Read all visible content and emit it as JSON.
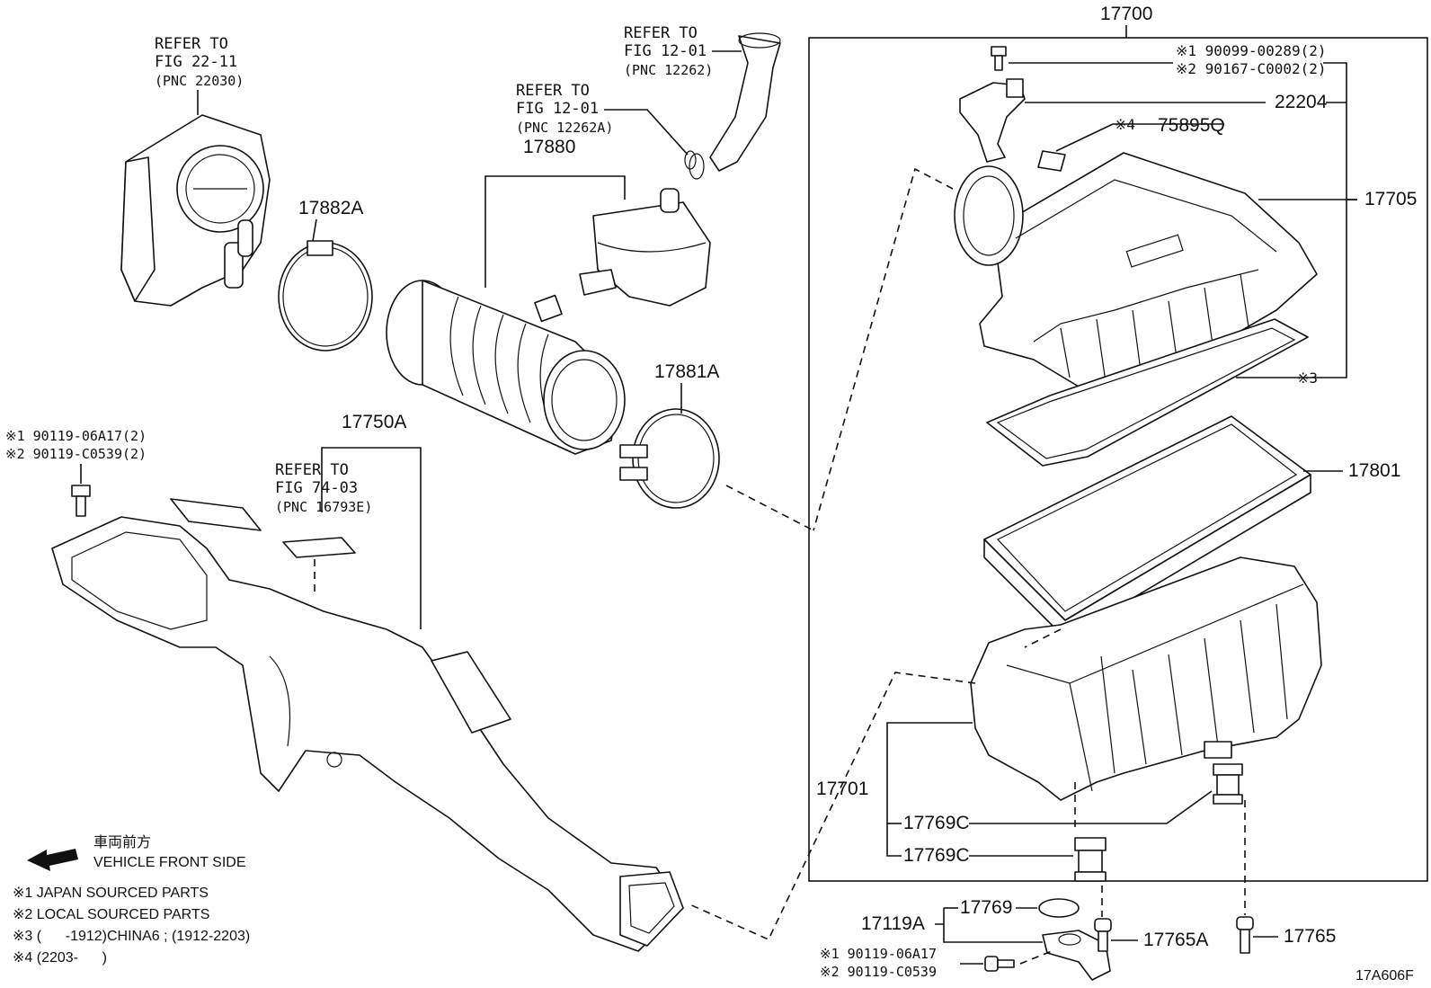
{
  "parts": {
    "p17700": "17700",
    "p17882A": "17882A",
    "p17880": "17880",
    "p17881A": "17881A",
    "p17750A": "17750A",
    "p22204": "22204",
    "p75895Q": "75895Q",
    "p17705": "17705",
    "p17801": "17801",
    "p17701": "17701",
    "p17769C_a": "17769C",
    "p17769C_b": "17769C",
    "p17769": "17769",
    "p17119A": "17119A",
    "p17765A": "17765A",
    "p17765": "17765"
  },
  "references": {
    "throttle": {
      "l1": "REFER TO",
      "l2": "FIG 22-11",
      "l3": "(PNC 22030)"
    },
    "hose_top": {
      "l1": "REFER TO",
      "l2": "FIG 12-01",
      "l3": "(PNC 12262)"
    },
    "hose_clip": {
      "l1": "REFER TO",
      "l2": "FIG 12-01",
      "l3": "(PNC 12262A)"
    },
    "duct_label": {
      "l1": "REFER TO",
      "l2": "FIG 74-03",
      "l3": "(PNC 16793E)"
    }
  },
  "bolts": {
    "top_right_1": "※1 90099-00289(2)",
    "top_right_2": "※2 90167-C0002(2)",
    "left_1": "※1 90119-06A17(2)",
    "left_2": "※2 90119-C0539(2)",
    "bottom_1": "※1 90119-06A17",
    "bottom_2": "※2 90119-C0539"
  },
  "marks": {
    "m4": "※4",
    "m3": "※3"
  },
  "legend": {
    "front_jp": "車両前方",
    "front_en": "VEHICLE FRONT SIDE",
    "n1": "※1 JAPAN SOURCED PARTS",
    "n2": "※2 LOCAL SOURCED PARTS",
    "n3": "※3 (      -1912)CHINA6 ; (1912-2203)",
    "n4": "※4 (2203-      )"
  },
  "figure_id": "17A606F"
}
